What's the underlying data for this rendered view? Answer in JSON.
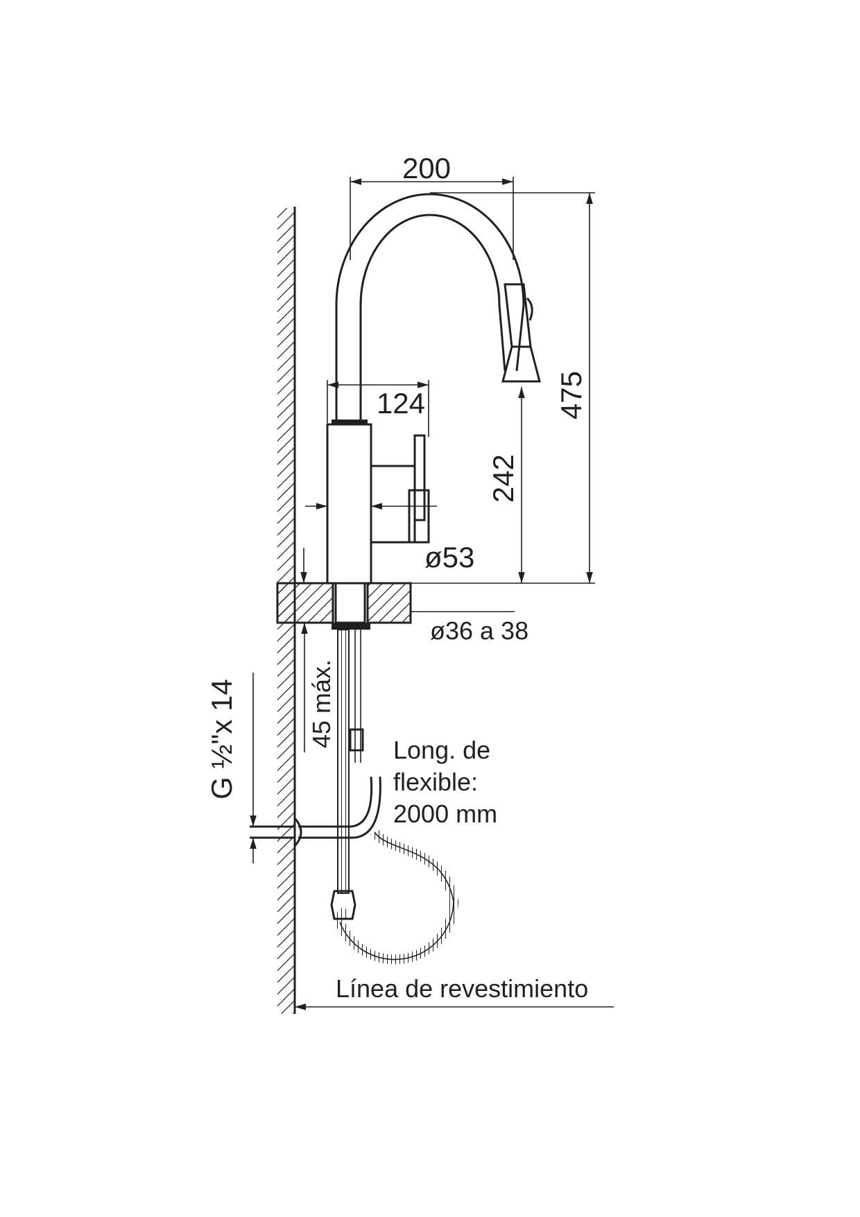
{
  "dimensions": {
    "spout_reach": "200",
    "total_height": "475",
    "body_depth": "124",
    "spout_clearance": "242",
    "body_diameter": "ø53",
    "hole_diameter": "ø36 a 38",
    "max_counter_thickness": "45 máx.",
    "connection_thread": "G ½\"x 14"
  },
  "labels": {
    "hose_line1": "Long. de",
    "hose_line2": "flexible:",
    "hose_line3": "2000 mm",
    "wall_line": "Línea de revestimiento"
  },
  "colors": {
    "ink": "#231f20",
    "background": "#ffffff"
  }
}
